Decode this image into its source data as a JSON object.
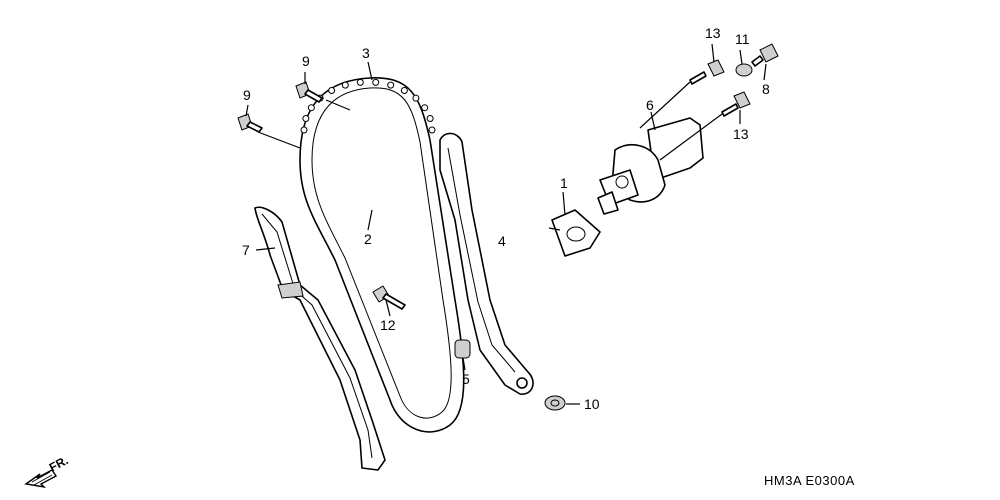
{
  "callouts": {
    "c1": "1",
    "c2": "2",
    "c3": "3",
    "c4": "4",
    "c5": "5",
    "c6": "6",
    "c7": "7",
    "c8": "8",
    "c9a": "9",
    "c9b": "9",
    "c10": "10",
    "c11": "11",
    "c12": "12",
    "c13a": "13",
    "c13b": "13"
  },
  "front_indicator": "FR.",
  "figure_code": "HM3A E0300A"
}
